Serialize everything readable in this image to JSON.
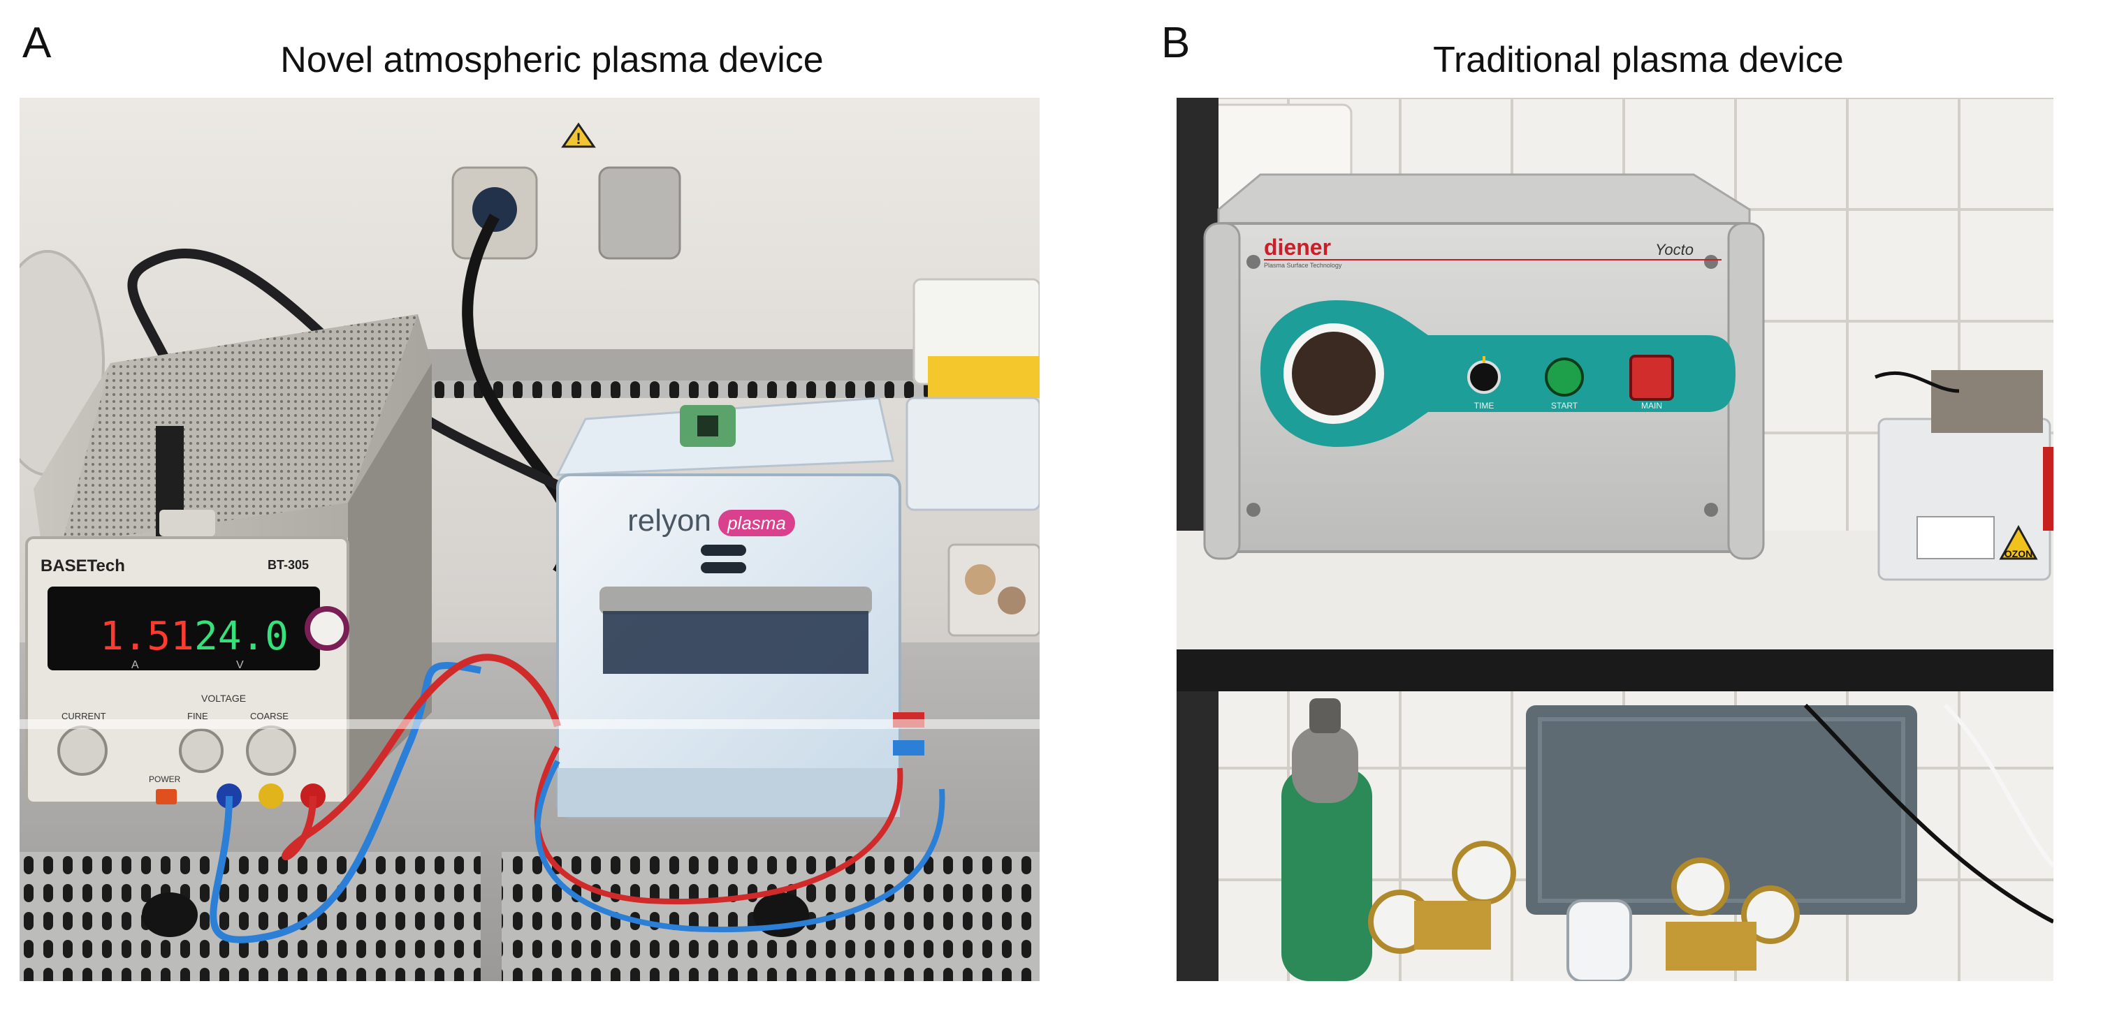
{
  "figure": {
    "panel_a": {
      "letter": "A",
      "title": "Novel atmospheric plasma device",
      "power_supply": {
        "brand": "BASETech",
        "model": "BT-305",
        "current_display": "1.51",
        "voltage_display": "24.0",
        "current_unit": "A",
        "voltage_unit": "V",
        "knobs": [
          "CURRENT",
          "FINE",
          "COARSE"
        ],
        "voltage_label": "VOLTAGE",
        "power_label": "POWER"
      },
      "plasma_unit": {
        "brand": "relyon",
        "badge": "plasma"
      }
    },
    "panel_b": {
      "letter": "B",
      "title": "Traditional plasma device",
      "device": {
        "brand": "diener",
        "subtitle": "Plasma Surface Technology",
        "model": "Yocto",
        "controls": [
          "TIME",
          "START",
          "MAIN"
        ]
      },
      "ozone_label": "OZON"
    }
  },
  "colors": {
    "teal_panel": "#1e9e98",
    "diener_red": "#c8202a",
    "relyon_pink": "#d9418f",
    "led_red": "#ff3b2f",
    "led_green": "#36e07a",
    "cable_red": "#d12a2a",
    "cable_blue": "#2b7fd6"
  }
}
